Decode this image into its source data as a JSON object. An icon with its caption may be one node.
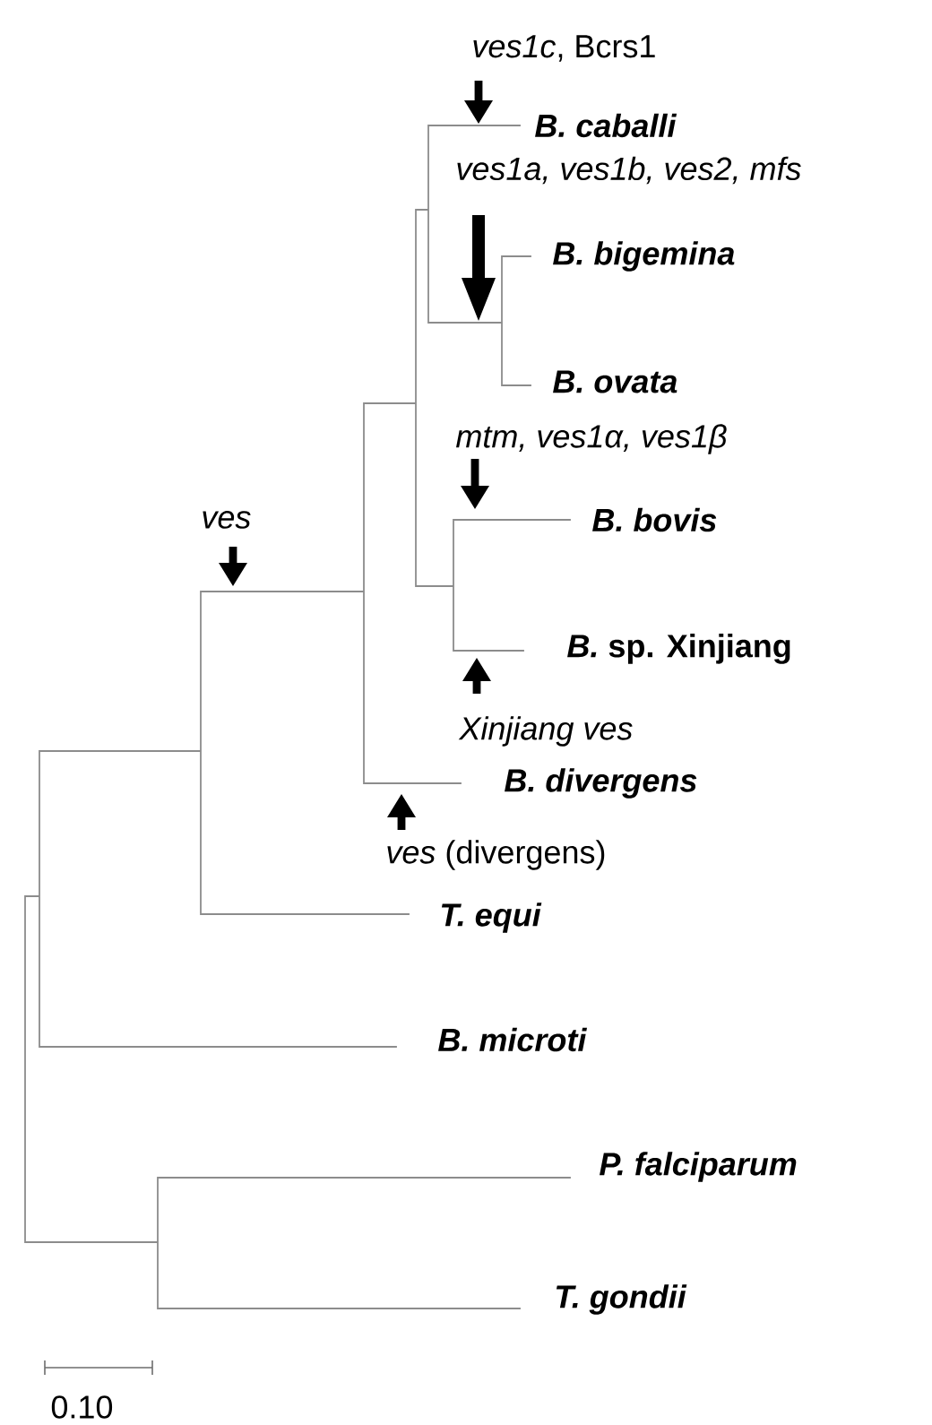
{
  "diagram": {
    "labels": [
      "*ves1c*, Bcrs1",
      "B. caballi",
      "ves1a, ves1b, ves2, mfs",
      "B. bigemina",
      "B. ovata",
      "mtm, ves1α, ves1β",
      "B. bovis",
      "ves",
      "*B.* sp. Xinjiang",
      "Xinjiang ves",
      "B. divergens",
      "*ves* (divergens)",
      "T. equi",
      "B. microti",
      "P. falciparum",
      "T. gondii",
      "0.10"
    ]
  }
}
